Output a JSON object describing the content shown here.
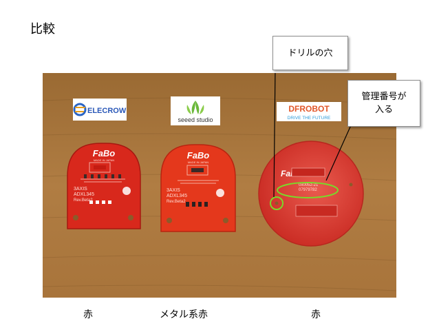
{
  "title": "比較",
  "callouts": {
    "drill": "ドリルの穴",
    "serial_line1": "管理番号が",
    "serial_line2": "入る"
  },
  "logos": {
    "elecrow": "ELECROW",
    "seeed": "seeed studio",
    "dfrobot": "DFROBOT",
    "dfrobot_tagline": "DRIVE THE FUTURE"
  },
  "boards": {
    "brand": "FaBo",
    "made_in": "MADE IN JAPAN",
    "line1": "3AXIS",
    "line2": "ADXL345",
    "line3": "Rev.Beta2"
  },
  "captions": [
    "赤",
    "メタル系赤",
    "赤"
  ],
  "colors": {
    "board_red": "#d8281c",
    "board_orange_red": "#e4381c",
    "round_board": "#e03a32",
    "wood": "#a8753c",
    "highlight": "#7ad92a"
  }
}
